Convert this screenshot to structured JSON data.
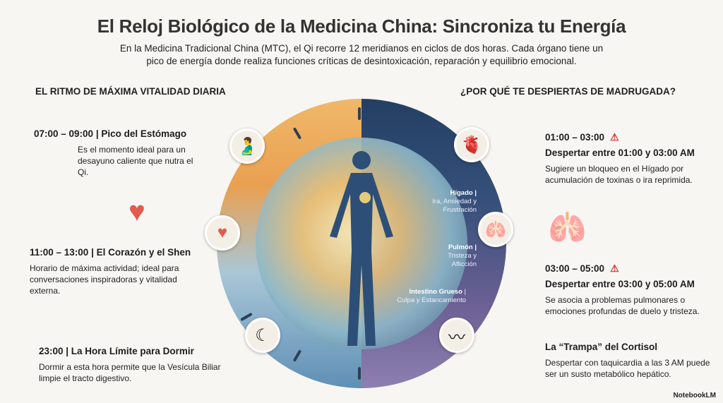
{
  "header": {
    "title": "El Reloj Biológico de la Medicina China: Sincroniza tu Energía",
    "subtitle_line1": "En la Medicina Tradicional China (MTC), el Qi recorre 12 meridianos en ciclos de dos horas. Cada órgano tiene un",
    "subtitle_line2": "pico de energía donde realiza funciones críticas de desintoxicación, reparación y equilibrio emocional."
  },
  "left": {
    "heading": "EL RITMO DE MÁXIMA VITALIDAD DIARIA",
    "items": [
      {
        "title": "07:00 – 09:00 | Pico del Estómago",
        "text": "Es el momento ideal para un desayuno caliente que nutra el Qi."
      },
      {
        "title": "11:00 – 13:00 | El Corazón y el Shen",
        "text": "Horario de máxima actividad; ideal para conversaciones inspiradoras y vitalidad externa."
      },
      {
        "title": "23:00 | La Hora Límite para Dormir",
        "text": "Dormir a esta hora permite que la Vesícula Biliar limpie el tracto digestivo."
      }
    ]
  },
  "right": {
    "heading": "¿POR QUÉ TE DESPIERTAS DE MADRUGADA?",
    "items": [
      {
        "time": "01:00 – 03:00",
        "title": "Despertar entre 01:00 y 03:00 AM",
        "text": "Sugiere un bloqueo en el Hígado por acumulación de toxinas o ira reprimida."
      },
      {
        "time": "03:00 – 05:00",
        "title": "Despertar entre 03:00 y 05:00 AM",
        "text": "Se asocia a problemas pulmonares o emociones profundas de duelo y tristeza."
      },
      {
        "time": "",
        "title": "La “Trampa” del Cortisol",
        "text": "Despertar con taquicardia a las 3 AM puede ser un susto metabólico hepático."
      }
    ]
  },
  "wheel": {
    "organs": [
      {
        "name": "Hígado |",
        "emotion": "Ira, Ansiedad y Frustración"
      },
      {
        "name": "Pulmón |",
        "emotion": "Tristeza y Aflicción"
      },
      {
        "name": "Intestino Grueso",
        "emotion": "| Culpa y Estancamiento"
      }
    ]
  },
  "footer": {
    "brand": "NotebookLM"
  }
}
